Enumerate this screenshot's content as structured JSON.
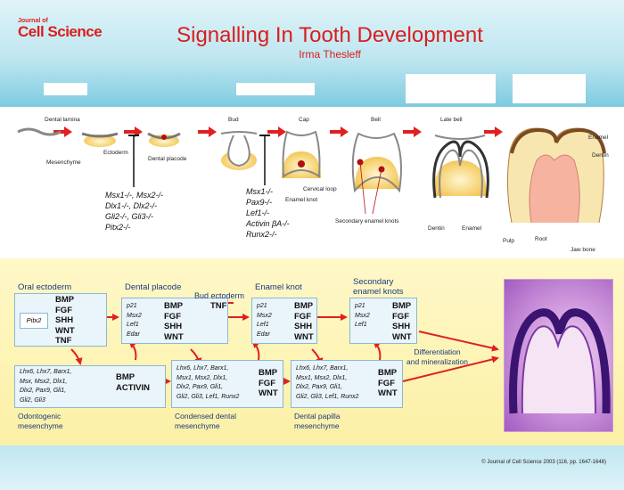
{
  "header": {
    "journal_small": "Journal of",
    "journal_big": "Cell Science",
    "title": "Signalling In Tooth Development",
    "author": "Irma Thesleff"
  },
  "stages": {
    "dental_lamina": "Dental lamina",
    "bud": "Bud",
    "cap": "Cap",
    "bell": "Bell",
    "late_bell": "Late bell"
  },
  "labels": {
    "ectoderm": "Ectoderm",
    "mesenchyme": "Mesenchyme",
    "dental_placode": "Dental placode",
    "cervical_loop": "Cervical loop",
    "enamel_knot": "Enamel knot",
    "secondary_enamel_knots": "Secondary enamel knots",
    "dentin": "Dentin",
    "enamel": "Enamel",
    "enamel_r": "Enamel",
    "dentin_r": "Dentin",
    "pulp": "Pulp",
    "root": "Root",
    "jaw_bone": "Jaw bone"
  },
  "knockouts_1": [
    "Msx1-/-, Msx2-/-",
    "Dlx1-/-, Dlx2-/-",
    "Gli2-/-, Gli3-/-",
    "Pitx2-/-"
  ],
  "knockouts_2": [
    "Msx1-/-",
    "Pax9-/-",
    "Lef1-/-",
    "Activin βA-/-",
    "Runx2-/-"
  ],
  "pathway": {
    "oral_ectoderm": {
      "head": "Oral ectoderm",
      "gene": "Pitx2",
      "signals": [
        "BMP",
        "FGF",
        "SHH",
        "WNT",
        "TNF"
      ]
    },
    "dental_placode": {
      "head": "Dental placode",
      "genes": [
        "p21",
        "Msx2",
        "Lef1",
        "Edar"
      ],
      "signals": [
        "BMP",
        "FGF",
        "SHH",
        "WNT"
      ]
    },
    "bud_ectoderm": {
      "head": "Bud ectoderm",
      "signal": "TNF"
    },
    "enamel_knot": {
      "head": "Enamel knot",
      "genes": [
        "p21",
        "Msx2",
        "Lef1",
        "Edar"
      ],
      "signals": [
        "BMP",
        "FGF",
        "SHH",
        "WNT"
      ]
    },
    "secondary_knots": {
      "head_line1": "Secondary",
      "head_line2": "enamel knots",
      "genes": [
        "p21",
        "Msx2",
        "Lef1"
      ],
      "signals": [
        "BMP",
        "FGF",
        "SHH",
        "WNT"
      ]
    },
    "odontogenic": {
      "genes": [
        "Lhx6, Lhx7, Barx1,",
        "Msx, Msx2, Dlx1,",
        "Dlx2, Pax9, Gli1,",
        "Gli2, Gli3"
      ],
      "signals": [
        "BMP",
        "ACTIVIN"
      ],
      "caption_line1": "Odontogenic",
      "caption_line2": "mesenchyme"
    },
    "condensed": {
      "genes": [
        "Lhx6, Lhx7, Barx1,",
        "Msx1, Msx2, Dlx1,",
        "Dlx2, Pax9, Gli1,",
        "Gli2, Gli3, Lef1, Runx2"
      ],
      "signals": [
        "BMP",
        "FGF",
        "WNT"
      ],
      "caption_line1": "Condensed dental",
      "caption_line2": "mesenchyme"
    },
    "papilla": {
      "genes": [
        "Lhx6, Lhx7, Barx1,",
        "Msx1, Msx2, Dlx1,",
        "Dlx2, Pax9, Gli1,",
        "Gli2, Gli3, Lef1, Runx2"
      ],
      "signals": [
        "BMP",
        "FGF",
        "WNT"
      ],
      "caption_line1": "Dental papilla",
      "caption_line2": "mesenchyme"
    },
    "differentiation_line1": "Differentiation",
    "differentiation_line2": "and mineralization"
  },
  "footer": {
    "copyright": "© Journal of Cell Science 2003 (116, pp. 1647-1648)"
  },
  "colors": {
    "title_red": "#d81e1e",
    "arrow_red": "#e02020",
    "box_fill": "#eaf4fb",
    "box_border": "#8bb8d0",
    "head_blue": "#1a3a80"
  }
}
